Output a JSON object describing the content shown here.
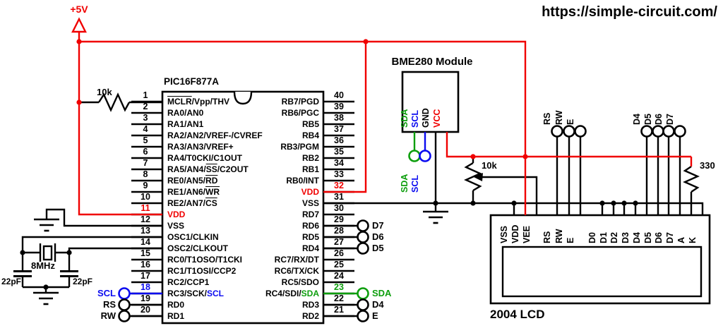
{
  "site_url": "https://simple-circuit.com/",
  "colors": {
    "red": "#f00000",
    "green": "#0d9e0d",
    "blue": "#0b0bf0",
    "black": "#000000"
  },
  "power": {
    "label": "+5V"
  },
  "components": {
    "r1": "10k",
    "pot": "10k",
    "r_backlight": "330",
    "crystal": "8MHz",
    "c1": "22pF",
    "c2": "22pF"
  },
  "ic": {
    "title": "PIC16F877A",
    "left_pins": [
      {
        "num": "1",
        "parts": [
          {
            "t": "MCLR",
            "over": true
          },
          {
            "t": "/Vpp/THV"
          }
        ]
      },
      {
        "num": "2",
        "parts": [
          {
            "t": "RA0/AN0"
          }
        ]
      },
      {
        "num": "3",
        "parts": [
          {
            "t": "RA1/AN1"
          }
        ]
      },
      {
        "num": "4",
        "parts": [
          {
            "t": "RA2/AN2/VREF-/CVREF"
          }
        ]
      },
      {
        "num": "5",
        "parts": [
          {
            "t": "RA3/AN3/VREF+"
          }
        ]
      },
      {
        "num": "6",
        "parts": [
          {
            "t": "RA4/T0CKI/C1OUT"
          }
        ]
      },
      {
        "num": "7",
        "parts": [
          {
            "t": "RA5/AN4/"
          },
          {
            "t": "SS",
            "over": true
          },
          {
            "t": "/C2OUT"
          }
        ]
      },
      {
        "num": "8",
        "parts": [
          {
            "t": "RE0/AN5/"
          },
          {
            "t": "RD",
            "over": true
          }
        ]
      },
      {
        "num": "9",
        "parts": [
          {
            "t": "RE1/AN6/"
          },
          {
            "t": "WR",
            "over": true
          }
        ]
      },
      {
        "num": "10",
        "parts": [
          {
            "t": "RE2/AN7/"
          },
          {
            "t": "CS",
            "over": true
          }
        ]
      },
      {
        "num": "11",
        "color": "red",
        "parts": [
          {
            "t": "VDD",
            "color": "red"
          }
        ]
      },
      {
        "num": "12",
        "parts": [
          {
            "t": "VSS"
          }
        ]
      },
      {
        "num": "13",
        "parts": [
          {
            "t": "OSC1/CLKIN"
          }
        ]
      },
      {
        "num": "14",
        "parts": [
          {
            "t": "OSC2/CLKOUT"
          }
        ]
      },
      {
        "num": "15",
        "parts": [
          {
            "t": "RC0/T1OSO/T1CKI"
          }
        ]
      },
      {
        "num": "16",
        "parts": [
          {
            "t": "RC1/T1OSI/CCP2"
          }
        ]
      },
      {
        "num": "17",
        "parts": [
          {
            "t": "RC2/CCP1"
          }
        ]
      },
      {
        "num": "18",
        "color": "blue",
        "parts": [
          {
            "t": "RC3/SCK/"
          },
          {
            "t": "SCL",
            "color": "blue"
          }
        ]
      },
      {
        "num": "19",
        "parts": [
          {
            "t": "RD0"
          }
        ]
      },
      {
        "num": "20",
        "parts": [
          {
            "t": "RD1"
          }
        ]
      }
    ],
    "right_pins": [
      {
        "num": "40",
        "parts": [
          {
            "t": "RB7/PGD"
          }
        ]
      },
      {
        "num": "39",
        "parts": [
          {
            "t": "RB6/PGC"
          }
        ]
      },
      {
        "num": "38",
        "parts": [
          {
            "t": "RB5"
          }
        ]
      },
      {
        "num": "37",
        "parts": [
          {
            "t": "RB4"
          }
        ]
      },
      {
        "num": "36",
        "parts": [
          {
            "t": "RB3/PGM"
          }
        ]
      },
      {
        "num": "35",
        "parts": [
          {
            "t": "RB2"
          }
        ]
      },
      {
        "num": "34",
        "parts": [
          {
            "t": "RB1"
          }
        ]
      },
      {
        "num": "33",
        "parts": [
          {
            "t": "RB0/INT"
          }
        ]
      },
      {
        "num": "32",
        "color": "red",
        "parts": [
          {
            "t": "VDD",
            "color": "red"
          }
        ]
      },
      {
        "num": "31",
        "parts": [
          {
            "t": "VSS"
          }
        ]
      },
      {
        "num": "30",
        "parts": [
          {
            "t": "RD7"
          }
        ]
      },
      {
        "num": "29",
        "parts": [
          {
            "t": "RD6"
          }
        ]
      },
      {
        "num": "28",
        "parts": [
          {
            "t": "RD5"
          }
        ]
      },
      {
        "num": "27",
        "parts": [
          {
            "t": "RD4"
          }
        ]
      },
      {
        "num": "26",
        "parts": [
          {
            "t": "RC7/RX/DT"
          }
        ]
      },
      {
        "num": "25",
        "parts": [
          {
            "t": "RC6/TX/CK"
          }
        ]
      },
      {
        "num": "24",
        "parts": [
          {
            "t": "RC5/SDO"
          }
        ]
      },
      {
        "num": "23",
        "color": "green",
        "parts": [
          {
            "t": "RC4/SDI/"
          },
          {
            "t": "SDA",
            "color": "green"
          }
        ]
      },
      {
        "num": "22",
        "parts": [
          {
            "t": "RD3"
          }
        ]
      },
      {
        "num": "21",
        "parts": [
          {
            "t": "RD2"
          }
        ]
      }
    ]
  },
  "left_terminals": [
    {
      "label": "SCL",
      "color": "blue"
    },
    {
      "label": "RS"
    },
    {
      "label": "RW"
    }
  ],
  "right_terminals": [
    {
      "label": "D7"
    },
    {
      "label": "D6"
    },
    {
      "label": "D5"
    },
    {
      "label": "SDA",
      "color": "green"
    },
    {
      "label": "D4"
    },
    {
      "label": "E"
    }
  ],
  "bme": {
    "title": "BME280 Module",
    "pins": [
      {
        "label": "SDA",
        "color": "green"
      },
      {
        "label": "SCL",
        "color": "blue"
      },
      {
        "label": "GND"
      },
      {
        "label": "VCC",
        "color": "red"
      }
    ],
    "terminals": [
      {
        "label": "SDA",
        "color": "green"
      },
      {
        "label": "SCL",
        "color": "blue"
      }
    ]
  },
  "lcd": {
    "title": "2004 LCD",
    "pins": [
      "VSS",
      "VDD",
      "VEE",
      "RS",
      "RW",
      "E",
      "D0",
      "D1",
      "D2",
      "D3",
      "D4",
      "D5",
      "D6",
      "D7",
      "A",
      "K"
    ],
    "top_terminals": [
      "RS",
      "RW",
      "E",
      "D4",
      "D5",
      "D6",
      "D7"
    ]
  }
}
